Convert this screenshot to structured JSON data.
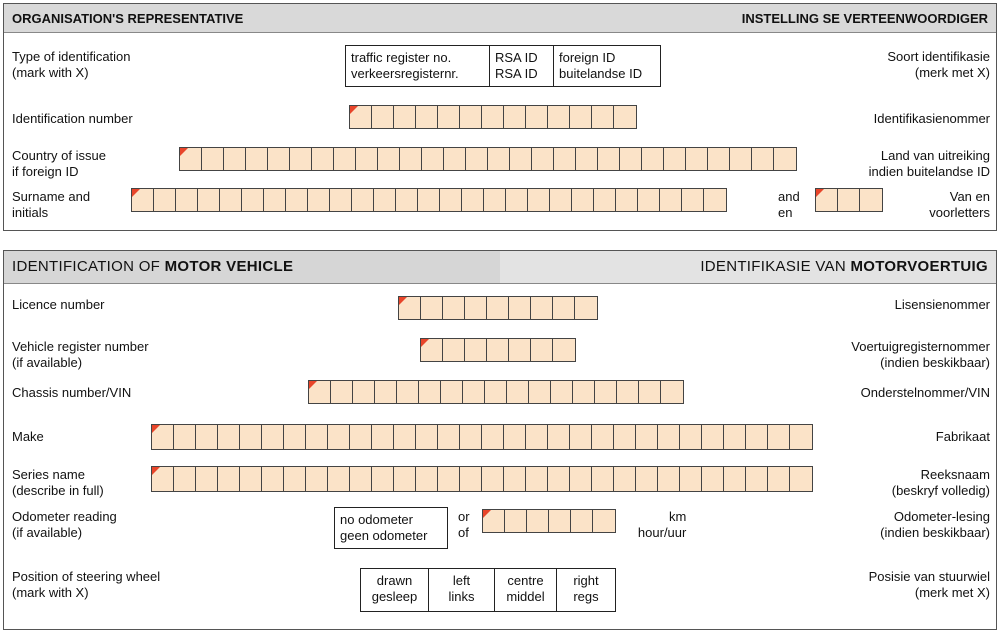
{
  "sections": {
    "org": {
      "title_en": "ORGANISATION'S REPRESENTATIVE",
      "title_af": "INSTELLING SE VERTEENWOORDIGER",
      "id_type": {
        "label_en": [
          "Type of identification",
          "(mark with X)"
        ],
        "label_af": [
          "Soort identifikasie",
          "(merk met X)"
        ],
        "options": [
          [
            "traffic register no.",
            "verkeersregisternr."
          ],
          [
            "RSA ID",
            "RSA ID"
          ],
          [
            "foreign ID",
            "buitelandse ID"
          ]
        ]
      },
      "id_number": {
        "label_en": "Identification number",
        "label_af": "Identifikasienommer",
        "cells": 13
      },
      "country": {
        "label_en": [
          "Country of issue",
          "if foreign ID"
        ],
        "label_af": [
          "Land van uitreiking",
          "indien buitelandse ID"
        ],
        "cells": 28
      },
      "surname": {
        "label_en": [
          "Surname and",
          "initials"
        ],
        "label_af": [
          "Van en",
          "voorletters"
        ],
        "cells": 27,
        "and": [
          "and",
          "en"
        ],
        "initial_cells": 3
      }
    },
    "vehicle": {
      "title_en_1": "IDENTIFICATION OF ",
      "title_en_2": "MOTOR VEHICLE",
      "title_af_1": "IDENTIFIKASIE VAN ",
      "title_af_2": "MOTORVOERTUIG",
      "licence": {
        "label_en": "Licence number",
        "label_af": "Lisensienommer",
        "cells": 9
      },
      "register": {
        "label_en": [
          "Vehicle register number",
          "(if available)"
        ],
        "label_af": [
          "Voertuigregisternommer",
          "(indien beskikbaar)"
        ],
        "cells": 7
      },
      "chassis": {
        "label_en": "Chassis number/VIN",
        "label_af": "Onderstelnommer/VIN",
        "cells": 17
      },
      "make": {
        "label_en": "Make",
        "label_af": "Fabrikaat",
        "cells": 30
      },
      "series": {
        "label_en": [
          "Series name",
          "(describe in full)"
        ],
        "label_af": [
          "Reeksnaam",
          "(beskryf volledig)"
        ],
        "cells": 30
      },
      "odometer": {
        "label_en": [
          "Odometer reading",
          "(if available)"
        ],
        "label_af": [
          "Odometer-lesing",
          "(indien beskikbaar)"
        ],
        "no_odo": [
          "no odometer",
          "geen odometer"
        ],
        "or": [
          "or",
          "of"
        ],
        "cells": 6,
        "units": [
          "km",
          "hour/uur"
        ]
      },
      "steering": {
        "label_en": [
          "Position of steering wheel",
          "(mark with X)"
        ],
        "label_af": [
          "Posisie van stuurwiel",
          "(merk met X)"
        ],
        "options": [
          [
            "drawn",
            "gesleep"
          ],
          [
            "left",
            "links"
          ],
          [
            "centre",
            "middel"
          ],
          [
            "right",
            "regs"
          ]
        ]
      }
    }
  },
  "colors": {
    "cell_fill": "#fbe3c8",
    "corner_mark": "#e8452a",
    "header_bg": "#d9d9d9"
  }
}
